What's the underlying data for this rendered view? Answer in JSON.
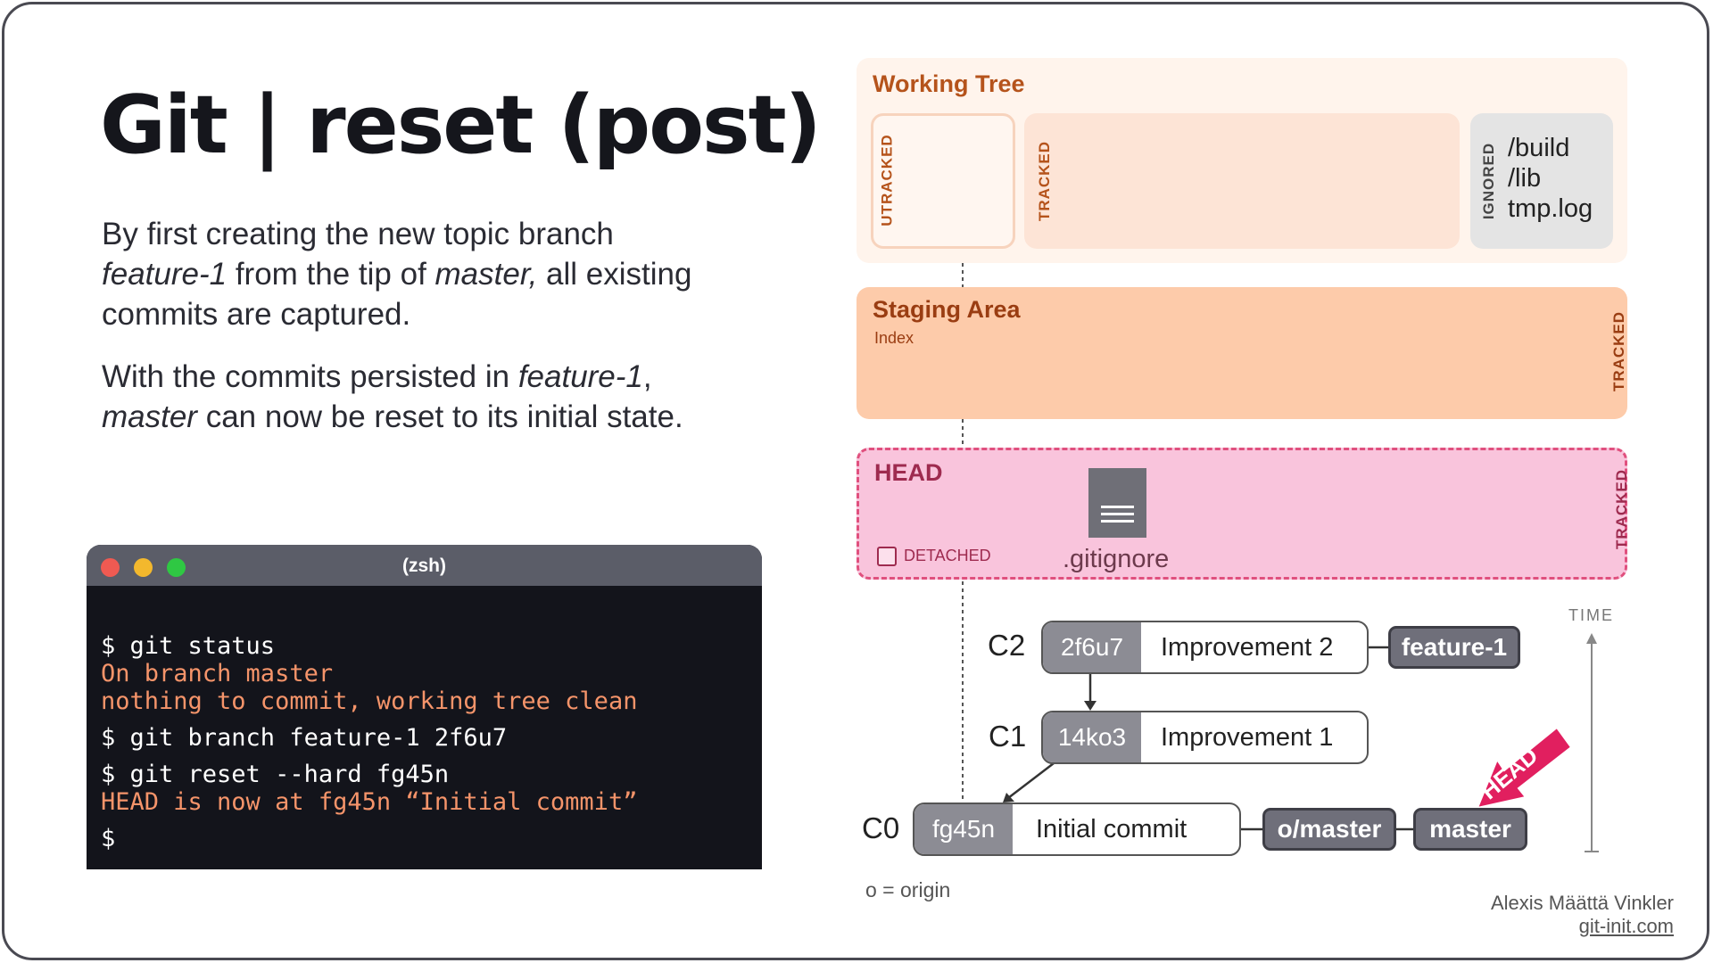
{
  "title": "Git | reset (post)",
  "paragraph1": {
    "t1": "By first creating the new topic branch",
    "branch": "feature-1",
    "t2": " from the tip of ",
    "master": "master,",
    "t3": " all existing commits are captured."
  },
  "paragraph2": {
    "t1": "With the commits persisted in ",
    "branch": "feature-1",
    "t2": ", ",
    "master": "master",
    "t3": " can now be reset to its initial state."
  },
  "terminal": {
    "title": "(zsh)",
    "lines": [
      {
        "text": "$ git status",
        "kind": "cmd"
      },
      {
        "text": "On branch master",
        "kind": "out"
      },
      {
        "text": "nothing to commit, working tree clean",
        "kind": "out"
      },
      {
        "text": "$ git branch feature-1 2f6u7",
        "kind": "cmd"
      },
      {
        "text": "$ git reset --hard fg45n",
        "kind": "cmd"
      },
      {
        "text": "HEAD is now at fg45n “Initial commit”",
        "kind": "out"
      },
      {
        "text": "$",
        "kind": "cmd"
      }
    ]
  },
  "working_tree": {
    "title": "Working Tree",
    "untracked_label": "UTRACKED",
    "tracked_label": "TRACKED",
    "ignored_label": "IGNORED",
    "ignored_files": [
      "/build",
      "/lib",
      "tmp.log"
    ]
  },
  "staging": {
    "title": "Staging Area",
    "subtitle": "Index",
    "tracked_label": "TRACKED"
  },
  "head": {
    "title": "HEAD",
    "detached_label": "DETACHED",
    "file": ".gitignore",
    "tracked_label": "TRACKED"
  },
  "commits": [
    {
      "label": "C2",
      "hash": "2f6u7",
      "message": "Improvement 2"
    },
    {
      "label": "C1",
      "hash": "14ko3",
      "message": "Improvement 1"
    },
    {
      "label": "C0",
      "hash": "fg45n",
      "message": "Initial commit"
    }
  ],
  "branches": {
    "feature": "feature-1",
    "origin_master": "o/master",
    "master": "master",
    "head_tag": "HEAD"
  },
  "time_label": "TIME",
  "origin_note": "o = origin",
  "author": "Alexis Määttä Vinkler",
  "site": "git-init.com",
  "colors": {
    "working_tree_title": "#b5531b",
    "staging_bg": "#fdcbaa",
    "head_bg": "#f9c4dc",
    "head_border": "#e0507e",
    "terminal_output": "#f5946a",
    "branch_bg": "#6f6f7a"
  }
}
